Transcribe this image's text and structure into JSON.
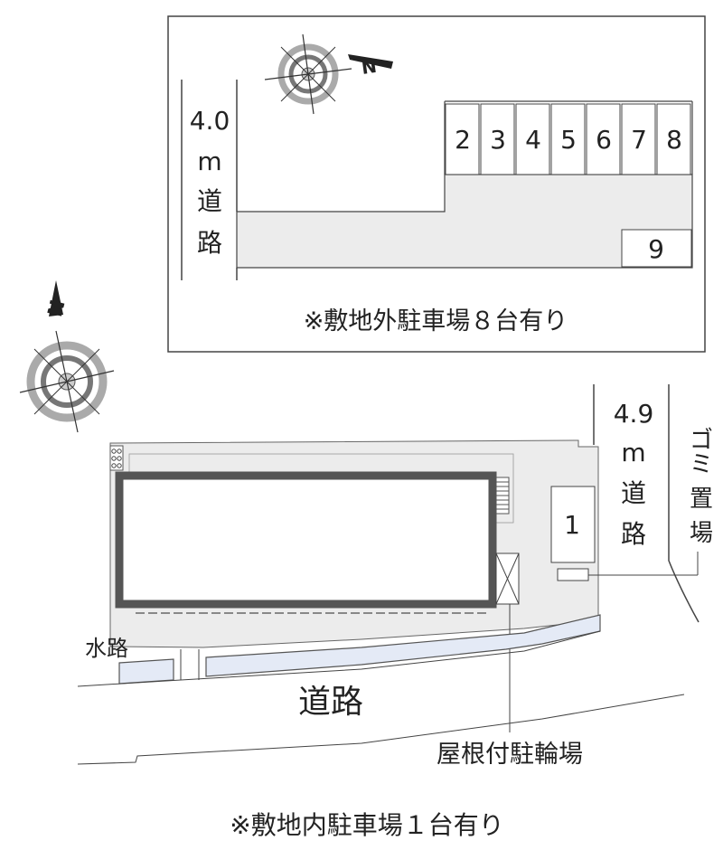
{
  "inset": {
    "road_width": "4.0",
    "road_unit": "m",
    "road_label": [
      "道",
      "路"
    ],
    "spaces": [
      "2",
      "3",
      "4",
      "5",
      "6",
      "7",
      "8"
    ],
    "space_extra": "9",
    "note": "※敷地外駐車場８台有り"
  },
  "main": {
    "road_width": "4.9",
    "road_unit": "m",
    "road_label": [
      "道",
      "路"
    ],
    "garbage_label": [
      "ゴ",
      "ミ",
      "置",
      "場"
    ],
    "space": "1",
    "waterway_label": "水路",
    "road_bottom_label": "道路",
    "bike_label": "屋根付駐輪場",
    "note": "※敷地内駐車場１台有り"
  },
  "compass": {
    "north_label": "N"
  },
  "colors": {
    "lot_fill": "#ececec",
    "waterway": "#e4eaf6",
    "building_border": "#555555"
  }
}
